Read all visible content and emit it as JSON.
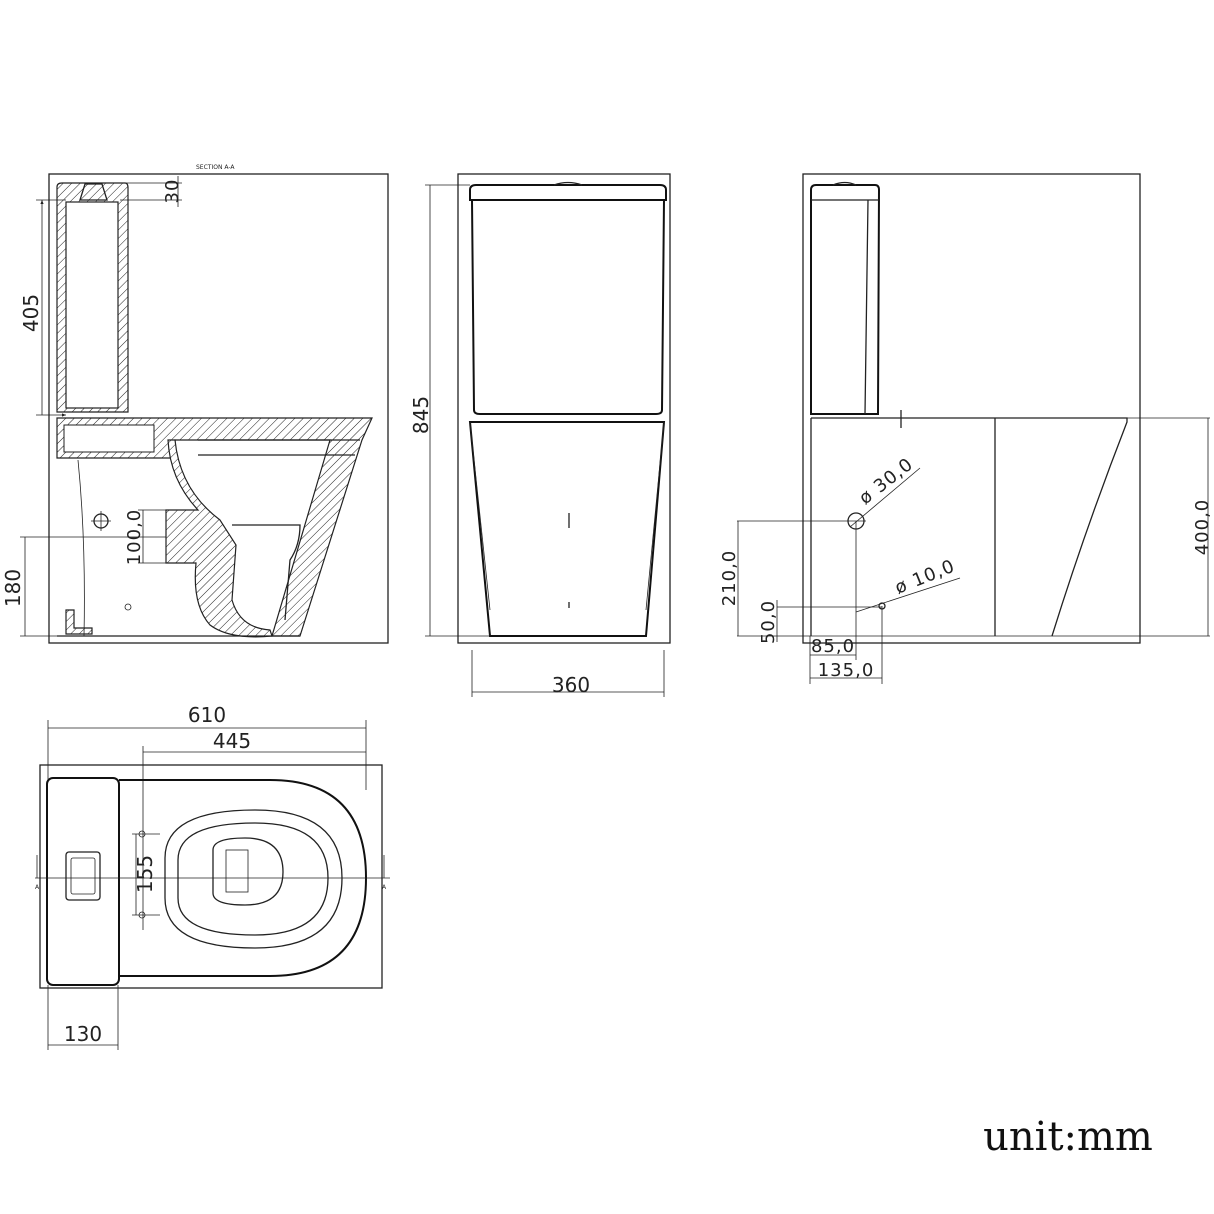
{
  "section_view": {
    "title": "SECTION A-A",
    "dims": {
      "lid": "30",
      "tank_height": "405",
      "outlet_height": "180",
      "outlet_size": "100,0"
    }
  },
  "front_view": {
    "dims": {
      "total_height": "845",
      "width": "360"
    }
  },
  "side_view": {
    "dims": {
      "bowl_height": "400,0",
      "inlet_diameter": "ø 30,0",
      "fix_diameter": "ø 10,0",
      "inlet_height": "210,0",
      "fix_height": "50,0",
      "inlet_offset": "85,0",
      "fix_offset": "135,0"
    }
  },
  "top_view": {
    "dims": {
      "total_length": "610",
      "bowl_length": "445",
      "fixing_spacing": "155",
      "tank_depth": "130"
    },
    "section_marker_left": "A",
    "section_marker_right": "A"
  },
  "unit_label": "unit:mm"
}
